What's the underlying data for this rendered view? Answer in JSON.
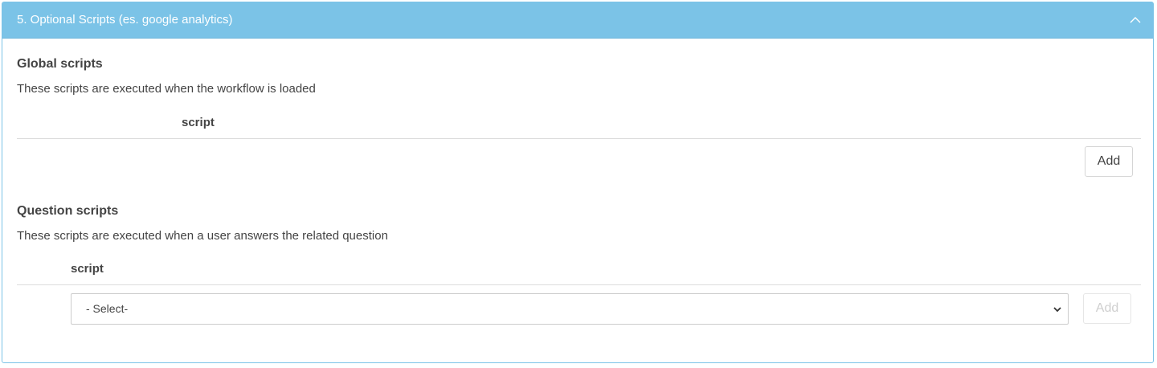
{
  "panel": {
    "title": "5. Optional Scripts (es. google analytics)",
    "collapse_icon": "chevron-up-icon",
    "accent_color": "#7bc3e7"
  },
  "global_scripts": {
    "title": "Global scripts",
    "description": "These scripts are executed when the workflow is loaded",
    "column_header": "script",
    "add_label": "Add"
  },
  "question_scripts": {
    "title": "Question scripts",
    "description": "These scripts are executed when a user answers the related question",
    "column_header": "script",
    "select_value": "- Select-",
    "select_icon": "chevron-down-icon",
    "add_label": "Add"
  }
}
